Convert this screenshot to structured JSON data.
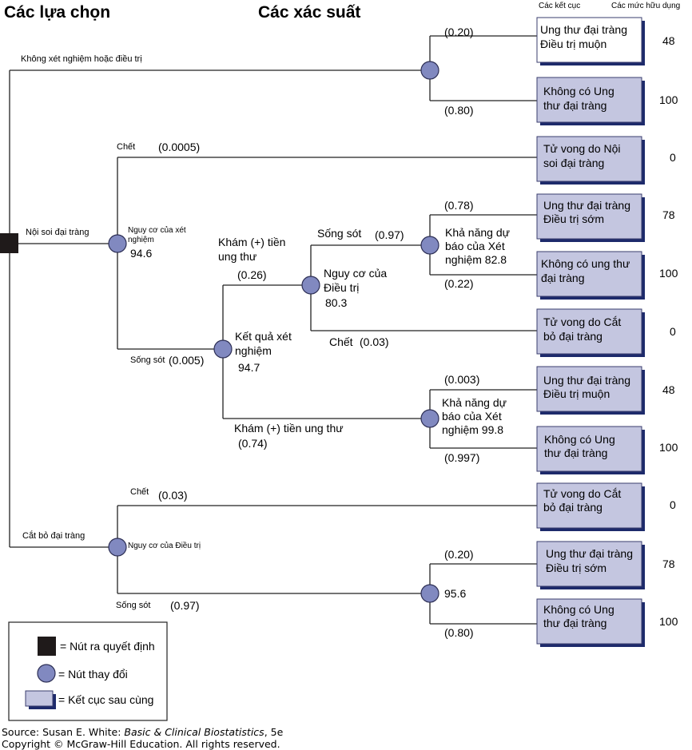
{
  "headers": {
    "choices": "Các lựa chọn",
    "probabilities": "Các xác suất",
    "outcomes": "Các kết cục",
    "utilities": "Các mức hữu dụng"
  },
  "branch_labels": {
    "no_test": "Không xét nghiệm hoặc điều trị",
    "colonoscopy": "Nội soi đại tràng",
    "colectomy": "Cắt bỏ đại tràng",
    "colo_death": "Chết",
    "colo_death_p": "(0.0005)",
    "colo_survive": "Sống sót",
    "colo_survive_p": "(0.005)",
    "ectomy_death": "Chết",
    "ectomy_death_p": "(0.03)",
    "ectomy_survive": "Sống sót",
    "ectomy_survive_p": "(0.97)",
    "pos_exam_l1": "Khám (+) tiền",
    "pos_exam_l2": "ung thư",
    "pos_exam_p": "(0.26)",
    "neg_exam": "Khám (+) tiền ung thư",
    "neg_exam_p": "(0.74)",
    "treat_survive": "Sống sót",
    "treat_survive_p": "(0.97)",
    "treat_death": "Chết",
    "treat_death_p": "(0.03)",
    "p_no_test_cancer": "(0.20)",
    "p_no_test_nocancer": "(0.80)",
    "p_pv1_cancer": "(0.78)",
    "p_pv1_nocancer": "(0.22)",
    "p_pv2_cancer": "(0.003)",
    "p_pv2_nocancer": "(0.997)",
    "p_ectomy_cancer": "(0.20)",
    "p_ectomy_nocancer": "(0.80)"
  },
  "nodes": {
    "colo_risk_l1": "Nguy cơ của xét",
    "colo_risk_l2": "nghiệm",
    "colo_risk_value": "94.6",
    "test_result_l1": "Kết quả xét",
    "test_result_l2": "nghiệm",
    "test_result_value": "94.7",
    "treat_risk_l1": "Nguy cơ của",
    "treat_risk_l2": "Điều trị",
    "treat_risk_value": "80.3",
    "pv1_l1": "Khả năng dự",
    "pv1_l2": "báo của Xét",
    "pv1_l3": "nghiệm 82.8",
    "pv2_l1": "Khả năng dự",
    "pv2_l2": "báo của Xét",
    "pv2_l3": "nghiệm 99.8",
    "ectomy_risk": "Nguy cơ của Điều trị",
    "ectomy_value": "95.6"
  },
  "outcomes": [
    {
      "l1": "Ung thư đại tràng",
      "l2": "Điều trị muộn",
      "utility": "48"
    },
    {
      "l1": "Không có Ung",
      "l2": "thư đại tràng",
      "utility": "100"
    },
    {
      "l1": "Tử vong do Nội",
      "l2": "soi đại tràng",
      "utility": "0"
    },
    {
      "l1": "Ung thư đại tràng",
      "l2": "Điều trị sớm",
      "utility": "78"
    },
    {
      "l1": "Không có ung thư",
      "l2": "đại tràng",
      "utility": "100"
    },
    {
      "l1": "Tử vong do Cắt",
      "l2": "bỏ đại tràng",
      "utility": "0"
    },
    {
      "l1": "Ung thư đại tràng",
      "l2": "Điều trị muộn",
      "utility": "48"
    },
    {
      "l1": "Không có Ung",
      "l2": "thư đại tràng",
      "utility": "100"
    },
    {
      "l1": "Tử vong do Cắt",
      "l2": "bỏ đại tràng",
      "utility": "0"
    },
    {
      "l1": "Ung thư đại tràng",
      "l2": "Điều trị sớm",
      "utility": "78"
    },
    {
      "l1": "Không có Ung",
      "l2": "thư đại tràng",
      "utility": "100"
    }
  ],
  "legend": {
    "decision": "= Nút ra quyết định",
    "chance": "= Nút thay đổi",
    "terminal": "= Kết cục sau cùng"
  },
  "source": {
    "prefix": "Source: Susan E. White: ",
    "book": "Basic & Clinical Biostatistics",
    "suffix": ", 5e",
    "copyright": "Copyright © McGraw-Hill Education. All rights reserved."
  },
  "colors": {
    "node_fill": "#8189c0",
    "box_fill": "#c4c6e0",
    "box_shadow": "#1d2a6b",
    "decision_fill": "#1f1a1a"
  }
}
